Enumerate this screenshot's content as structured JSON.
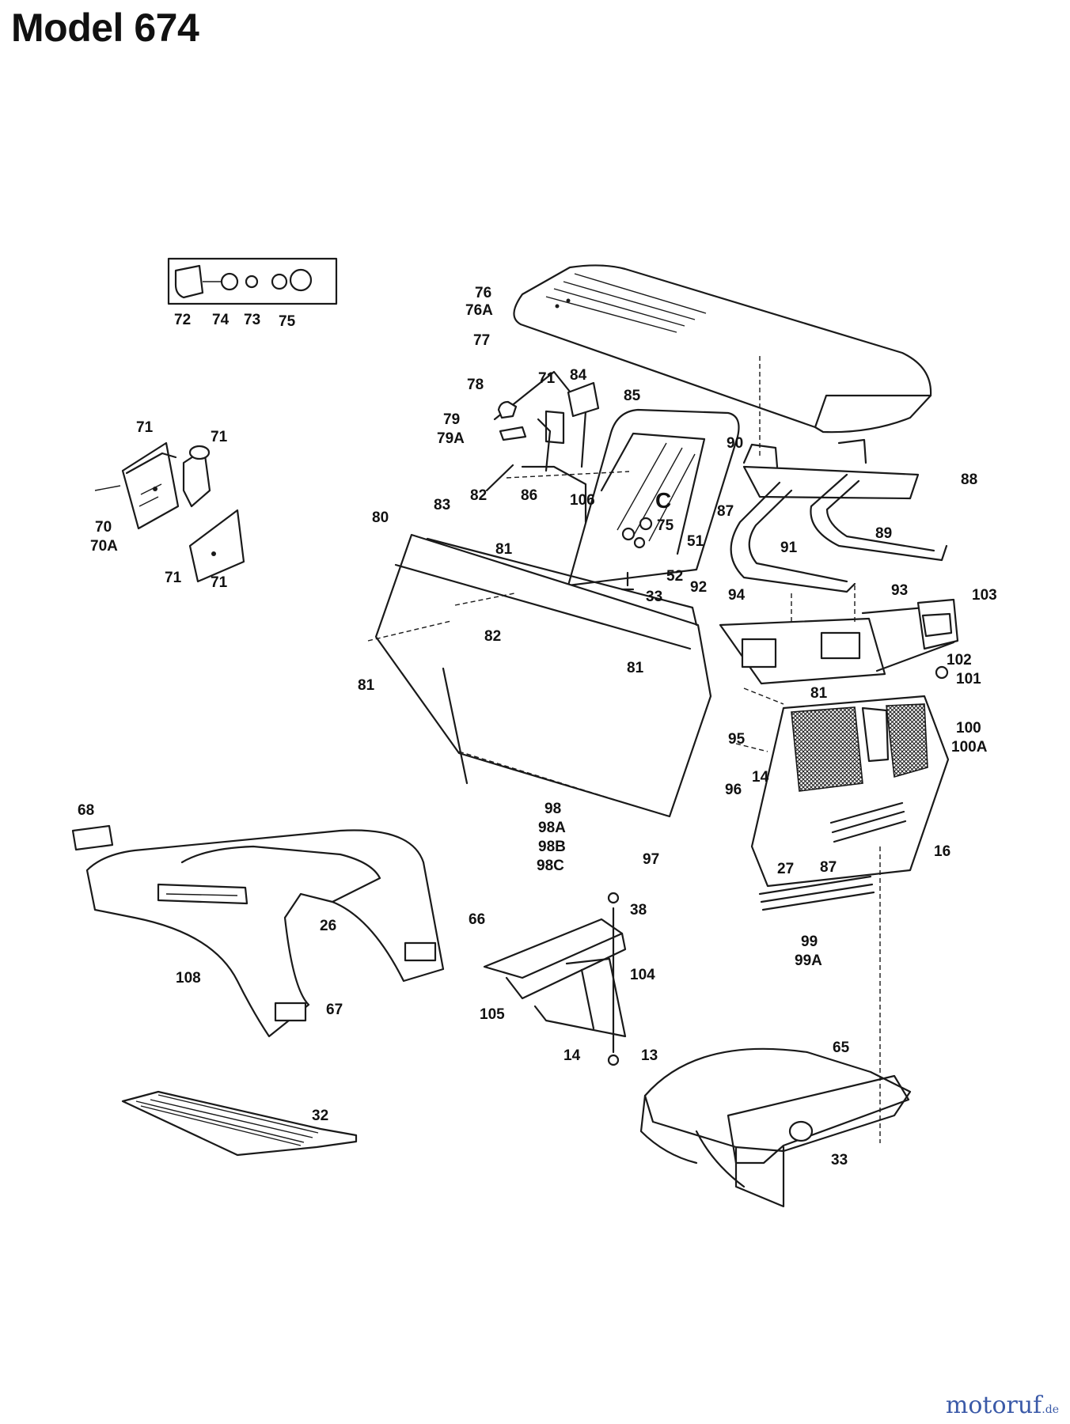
{
  "title": "Model 674",
  "watermark": {
    "name": "motoruf",
    "suffix": ".de"
  },
  "callouts": [
    "72",
    "74",
    "73",
    "75",
    "76",
    "76A",
    "77",
    "78",
    "71",
    "84",
    "85",
    "79",
    "79A",
    "71",
    "71",
    "70",
    "70A",
    "71",
    "71",
    "90",
    "88",
    "87",
    "91",
    "89",
    "80",
    "83",
    "82",
    "86",
    "106",
    "C",
    "75",
    "51",
    "81",
    "52",
    "33",
    "92",
    "94",
    "93",
    "103",
    "102",
    "101",
    "82",
    "81",
    "81",
    "81",
    "95",
    "100",
    "100A",
    "14",
    "96",
    "98",
    "98A",
    "98B",
    "98C",
    "97",
    "27",
    "87",
    "16",
    "68",
    "66",
    "26",
    "108",
    "67",
    "38",
    "104",
    "105",
    "99",
    "99A",
    "14",
    "13",
    "65",
    "32",
    "33"
  ],
  "colors": {
    "line": "#1a1a1a",
    "watermark_blue": "#3b5aa8",
    "watermark_green": "#7fae3a"
  }
}
